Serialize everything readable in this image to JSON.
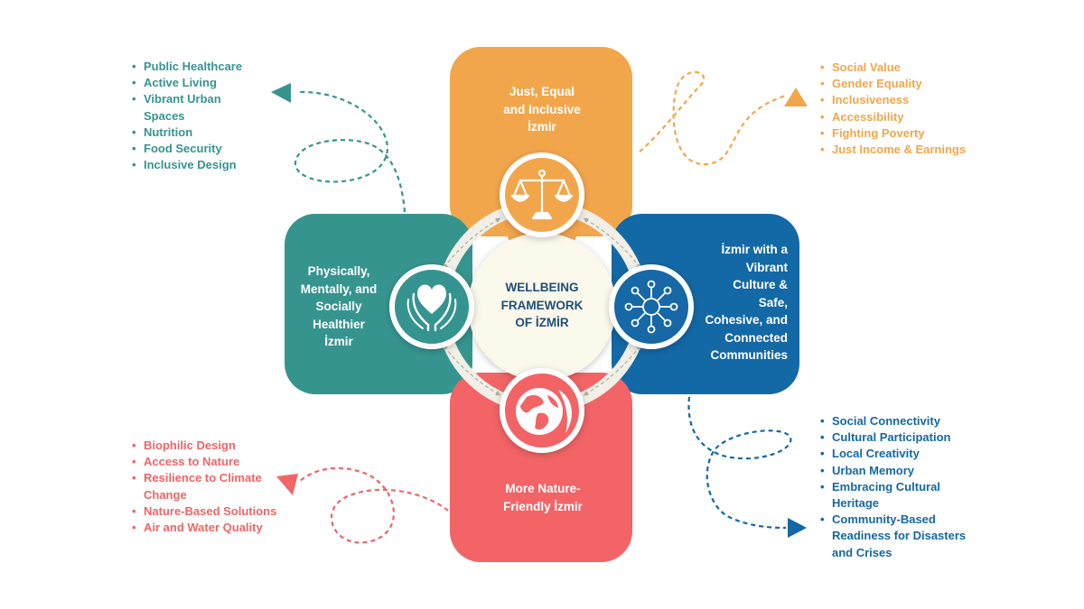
{
  "center": {
    "title": "WELLBEING\nFRAMEWORK\nOF İZMİR"
  },
  "petals": {
    "top": {
      "label": "Just, Equal\nand Inclusive\nİzmir",
      "icon": "scales-of-justice-icon",
      "color": "#F2A64C"
    },
    "left": {
      "label": "Physically,\nMentally, and\nSocially\nHealthier\nİzmir",
      "icon": "heart-in-hands-icon",
      "color": "#36948F"
    },
    "right": {
      "label": "İzmir with a\nVibrant\nCulture &\nSafe,\nCohesive, and\nConnected\nCommunities",
      "icon": "community-network-icon",
      "color": "#1368A6"
    },
    "bottom": {
      "label": "More Nature-\nFriendly İzmir",
      "icon": "earth-globe-leaf-icon",
      "color": "#F26466"
    }
  },
  "lists": {
    "health": [
      "Public Healthcare",
      "Active Living",
      "Vibrant Urban\nSpaces",
      "Nutrition",
      "Food Security",
      "Inclusive Design"
    ],
    "equality": [
      "Social Value",
      "Gender Equality",
      "Inclusiveness",
      "Accessibility",
      "Fighting Poverty",
      "Just Income & Earnings"
    ],
    "nature": [
      "Biophilic Design",
      "Access to Nature",
      "Resilience to Climate\nChange",
      "Nature-Based Solutions",
      "Air and Water Quality"
    ],
    "culture": [
      "Social Connectivity",
      "Cultural Participation",
      "Local Creativity",
      "Urban Memory",
      "Embracing Cultural\nHeritage",
      "Community-Based\nReadiness for Disasters\nand Crises"
    ]
  }
}
